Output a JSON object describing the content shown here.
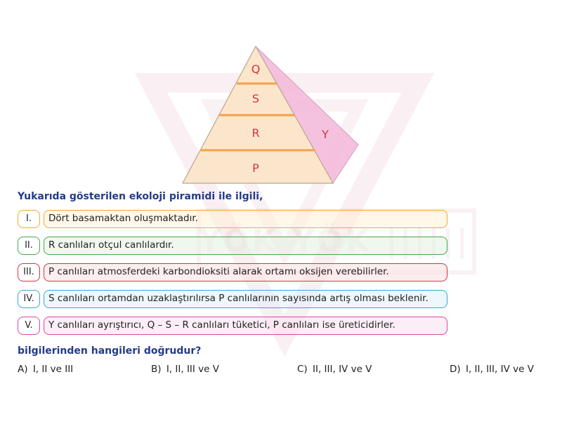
{
  "pyramid": {
    "levels": [
      "Q",
      "S",
      "R",
      "P"
    ],
    "side_label": "Y"
  },
  "watermark": {
    "text": "YÖK YÖK  ||||||||  YAYINLARI"
  },
  "question_intro": "Yukarıda gösterilen ekoloji piramidi ile ilgili,",
  "statements": [
    {
      "num": "I.",
      "text": "Dört basamaktan oluşmaktadır."
    },
    {
      "num": "II.",
      "text": "R canlıları otçul canlılardır."
    },
    {
      "num": "III.",
      "text": "P canlıları atmosferdeki karbondioksiti alarak ortamı oksijen verebilirler."
    },
    {
      "num": "IV.",
      "text": "S canlıları ortamdan uzaklaştırılırsa P canlılarının sayısında artış olması beklenir."
    },
    {
      "num": "V.",
      "text": "Y canlıları ayrıştırıcı, Q – S – R canlıları tüketici, P canlıları ise üreticidirler."
    }
  ],
  "question_ask": "bilgilerinden hangileri doğrudur?",
  "options": [
    {
      "letter": "A)",
      "text": "I, II ve III"
    },
    {
      "letter": "B)",
      "text": "I, II, III ve V"
    },
    {
      "letter": "C)",
      "text": "II, III, IV ve V"
    },
    {
      "letter": "D)",
      "text": "I, II, III, IV ve V"
    }
  ],
  "colors": {
    "question_text": "#243b8a",
    "level_label": "#d6333f",
    "level_divider": "#f3a04a",
    "pyramid_face": "#fbe6cc",
    "pyramid_side": "#f2b7d8",
    "statement_borders": [
      "#f4a637",
      "#49a74a",
      "#d6333f",
      "#3aa7d6",
      "#d84a9d"
    ]
  }
}
